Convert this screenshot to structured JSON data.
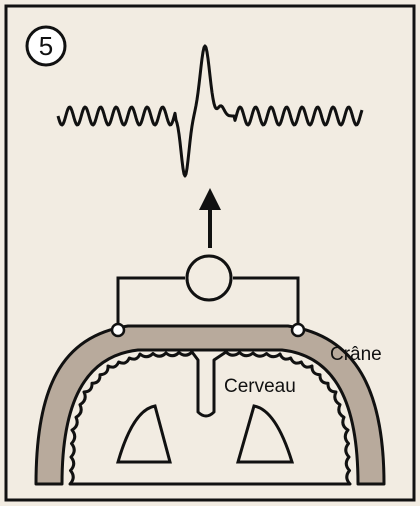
{
  "panel": {
    "step_number": "5",
    "labels": {
      "skull": "Crâne",
      "brain": "Cerveau"
    },
    "colors": {
      "background": "#f2ece2",
      "ink": "#111111",
      "skull_fill": "#b8aa9c",
      "brain_fill": "#f2ece2"
    },
    "icons": [
      "upward-arrow-icon",
      "amplifier-circle-icon",
      "electrode-icon"
    ]
  }
}
